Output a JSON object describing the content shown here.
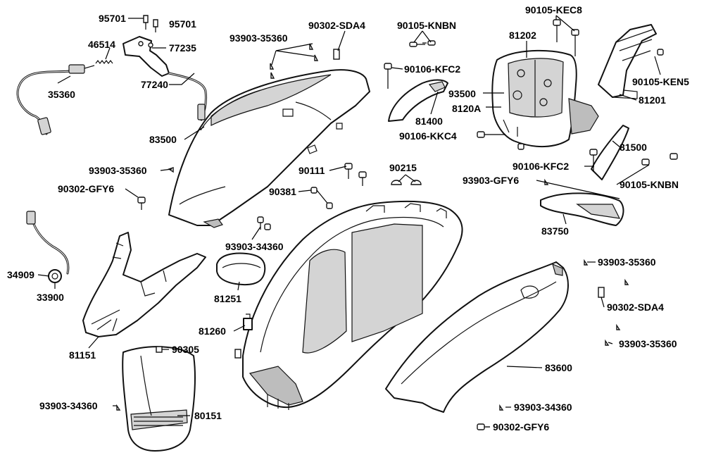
{
  "diagram": {
    "labels": {
      "p95701_a": "95701",
      "p95701_b": "95701",
      "p46514": "46514",
      "p77235": "77235",
      "p77240": "77240",
      "p35360": "35360",
      "p93903_35360_top": "93903-35360",
      "p90302_SDA4_top": "90302-SDA4",
      "p90105_KNBN_top": "90105-KNBN",
      "p90105_KEC8": "90105-KEC8",
      "p81202": "81202",
      "p90106_KFC2_top": "90106-KFC2",
      "p90105_KEN5": "90105-KEN5",
      "p93500": "93500",
      "p81201": "81201",
      "p8120A": "8120A",
      "p81400": "81400",
      "p83500": "83500",
      "p90106_KKC4": "90106-KKC4",
      "p81500": "81500",
      "p93903_35360_left": "93903-35360",
      "p90111": "90111",
      "p90215": "90215",
      "p90106_KFC2_right": "90106-KFC2",
      "p90105_KNBN_right": "90105-KNBN",
      "p90302_GFY6_left": "90302-GFY6",
      "p93903_GFY6": "93903-GFY6",
      "p90381": "90381",
      "p83750": "83750",
      "p93903_34360_mid": "93903-34360",
      "p93903_35360_right_a": "93903-35360",
      "p34909": "34909",
      "p33900": "33900",
      "p81251": "81251",
      "p90302_SDA4_right": "90302-SDA4",
      "p81260": "81260",
      "p93903_35360_right_b": "93903-35360",
      "p81151": "81151",
      "p90305": "90305",
      "p83600": "83600",
      "p93903_34360_left": "93903-34360",
      "p80151": "80151",
      "p93903_34360_bottom": "93903-34360",
      "p90302_GFY6_bottom": "90302-GFY6"
    }
  }
}
